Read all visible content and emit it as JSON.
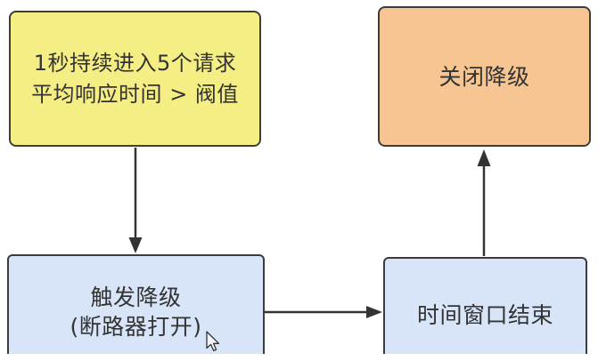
{
  "diagram": {
    "background": "#ffffff",
    "border_color": "#3c3c3c",
    "arrow_color": "#333333",
    "text_color": "#333333",
    "nodes": {
      "condition": {
        "line1": "1秒持续进入5个请求",
        "line2": "平均响应时间 > 阀值",
        "fill": "#f5ee84"
      },
      "close_downgrade": {
        "label": "关闭降级",
        "fill": "#f6c591"
      },
      "trigger_downgrade": {
        "line1": "触发降级",
        "line2": "(断路器打开)",
        "fill": "#d8e5f8"
      },
      "time_window_end": {
        "label": "时间窗口结束",
        "fill": "#d8e5f8"
      }
    },
    "arrows": [
      {
        "from": "condition",
        "to": "trigger_downgrade",
        "direction": "down"
      },
      {
        "from": "trigger_downgrade",
        "to": "time_window_end",
        "direction": "right"
      },
      {
        "from": "time_window_end",
        "to": "close_downgrade",
        "direction": "up"
      }
    ],
    "cursor": "arrow-cursor"
  }
}
